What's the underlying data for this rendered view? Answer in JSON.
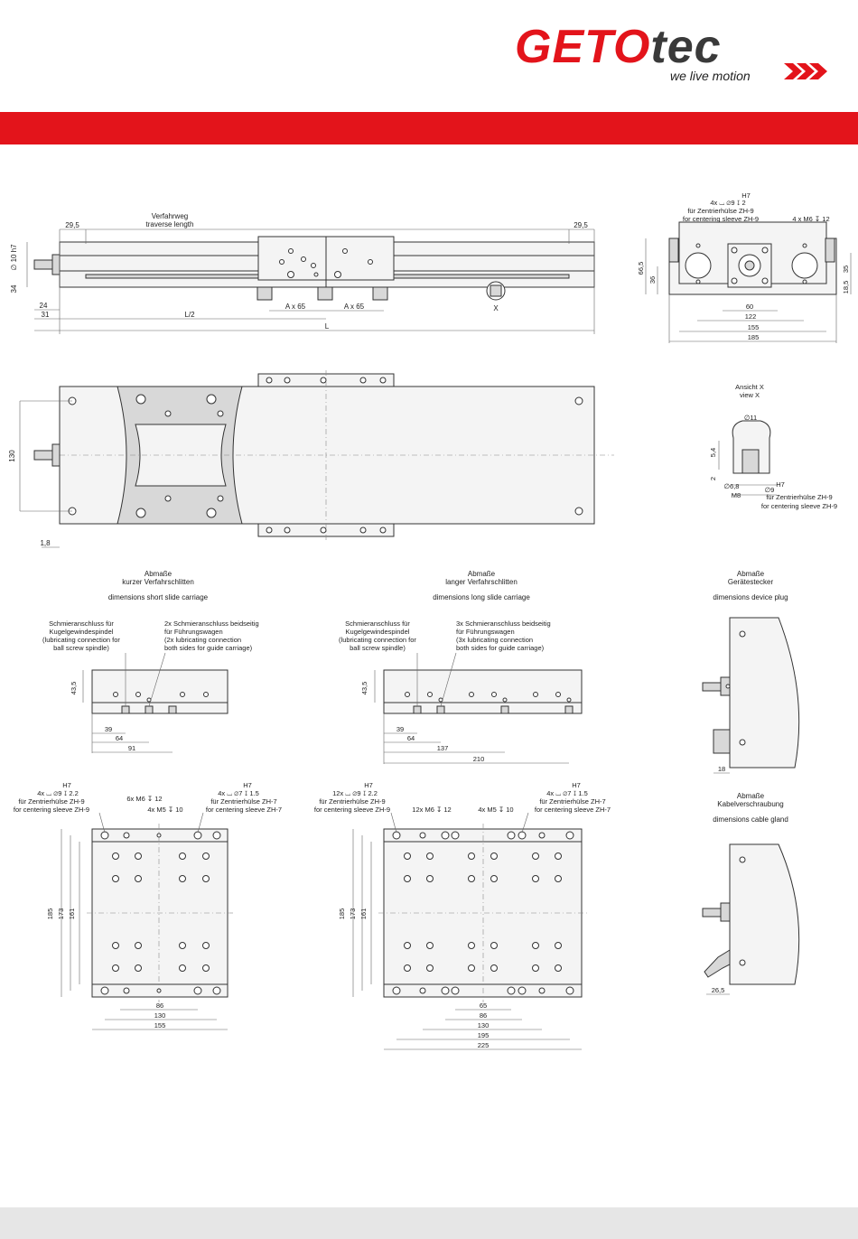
{
  "logo": {
    "word_a": "GETO",
    "word_b": "tec",
    "tagline": "we live motion",
    "color": "#e3141b"
  },
  "side_view": {
    "traverse_de": "Verfahrweg",
    "traverse_en": "traverse length",
    "dim_left": "29,5",
    "dim_right": "29,5",
    "shaft": "∅ 10 h7",
    "dim_34": "34",
    "dim_24": "24",
    "dim_31": "31",
    "dim_L2": "L/2",
    "dim_L": "L",
    "ax65_a": "A x 65",
    "ax65_b": "A x 65",
    "detail_x": "X"
  },
  "end_view": {
    "h7": "H7",
    "callout_1": "4x ⌴ ∅9  ↧ 2",
    "callout_2": "für Zentrierhülse ZH-9",
    "callout_3": "for centering sleeve ZH-9",
    "callout_m6": "4 x M6 ↧ 12",
    "d66": "66,5",
    "d36": "36",
    "d35": "35",
    "d185v": "18,5",
    "d60": "60",
    "d122": "122",
    "d155": "155",
    "d185": "185"
  },
  "top_view": {
    "d130": "130",
    "d18": "1,8"
  },
  "view_x": {
    "title_de": "Ansicht X",
    "title_en": "view X",
    "d11": "∅11",
    "d54": "5,4",
    "d2": "2",
    "d68": "∅6,8",
    "m8": "M8",
    "h7": "H7",
    "d9": "∅9",
    "zh_de": "für Zentrierhülse ZH-9",
    "zh_en": "for centering sleeve ZH-9"
  },
  "short": {
    "title1": "Abmaße",
    "title2": "kurzer Verfahrschlitten",
    "title_en": "dimensions short slide carriage",
    "lub1": "Schmieranschluss für",
    "lub2": "Kugelgewindespindel",
    "lub3": "(lubricating connection for",
    "lub4": "ball screw spindle)",
    "guide1": "2x Schmieranschluss beidseitig",
    "guide2": "für Führungswagen",
    "guide3": "(2x lubricating connection",
    "guide4": "both sides for guide carriage)",
    "d43": "43,5",
    "d39": "39",
    "d64": "64",
    "d91": "91",
    "h7a": "H7",
    "c1": "4x ⌴ ∅9  ↧ 2.2",
    "c2": "für Zentrierhülse ZH-9",
    "c3": "for centering sleeve ZH-9",
    "m6": "6x M6 ↧ 12",
    "m5": "4x M5 ↧ 10",
    "h7b": "H7",
    "c4": "4x ⌴ ∅7  ↧ 1.5",
    "c5": "für Zentrierhülse ZH-7",
    "c6": "for centering sleeve ZH-7",
    "d185": "185",
    "d173": "173",
    "d161": "161",
    "d86": "86",
    "d130": "130",
    "d155": "155"
  },
  "long": {
    "title1": "Abmaße",
    "title2": "langer Verfahrschlitten",
    "title_en": "dimensions long slide carriage",
    "lub1": "Schmieranschluss für",
    "lub2": "Kugelgewindespindel",
    "lub3": "(lubricating connection for",
    "lub4": "ball screw spindle)",
    "guide1": "3x Schmieranschluss beidseitig",
    "guide2": "für Führungswagen",
    "guide3": "(3x lubricating connection",
    "guide4": "both sides for guide carriage)",
    "d43": "43,5",
    "d39": "39",
    "d64": "64",
    "d137": "137",
    "d210": "210",
    "h7a": "H7",
    "c1": "12x ⌴ ∅9  ↧ 2.2",
    "c2": "für Zentrierhülse ZH-9",
    "c3": "for centering sleeve ZH-9",
    "m6": "12x M6 ↧ 12",
    "m5": "4x M5 ↧ 10",
    "h7b": "H7",
    "c4": "4x ⌴ ∅7  ↧ 1.5",
    "c5": "für Zentrierhülse ZH-7",
    "c6": "for centering sleeve ZH-7",
    "d185": "185",
    "d173": "173",
    "d161": "161",
    "d65": "65",
    "d86": "86",
    "d130": "130",
    "d195": "195",
    "d225": "225"
  },
  "plug": {
    "title1": "Abmaße",
    "title2": "Gerätestecker",
    "title_en": "dimensions device plug",
    "d18": "18"
  },
  "gland": {
    "title1": "Abmaße",
    "title2": "Kabelverschraubung",
    "title_en": "dimensions cable gland",
    "d26": "26,5"
  }
}
